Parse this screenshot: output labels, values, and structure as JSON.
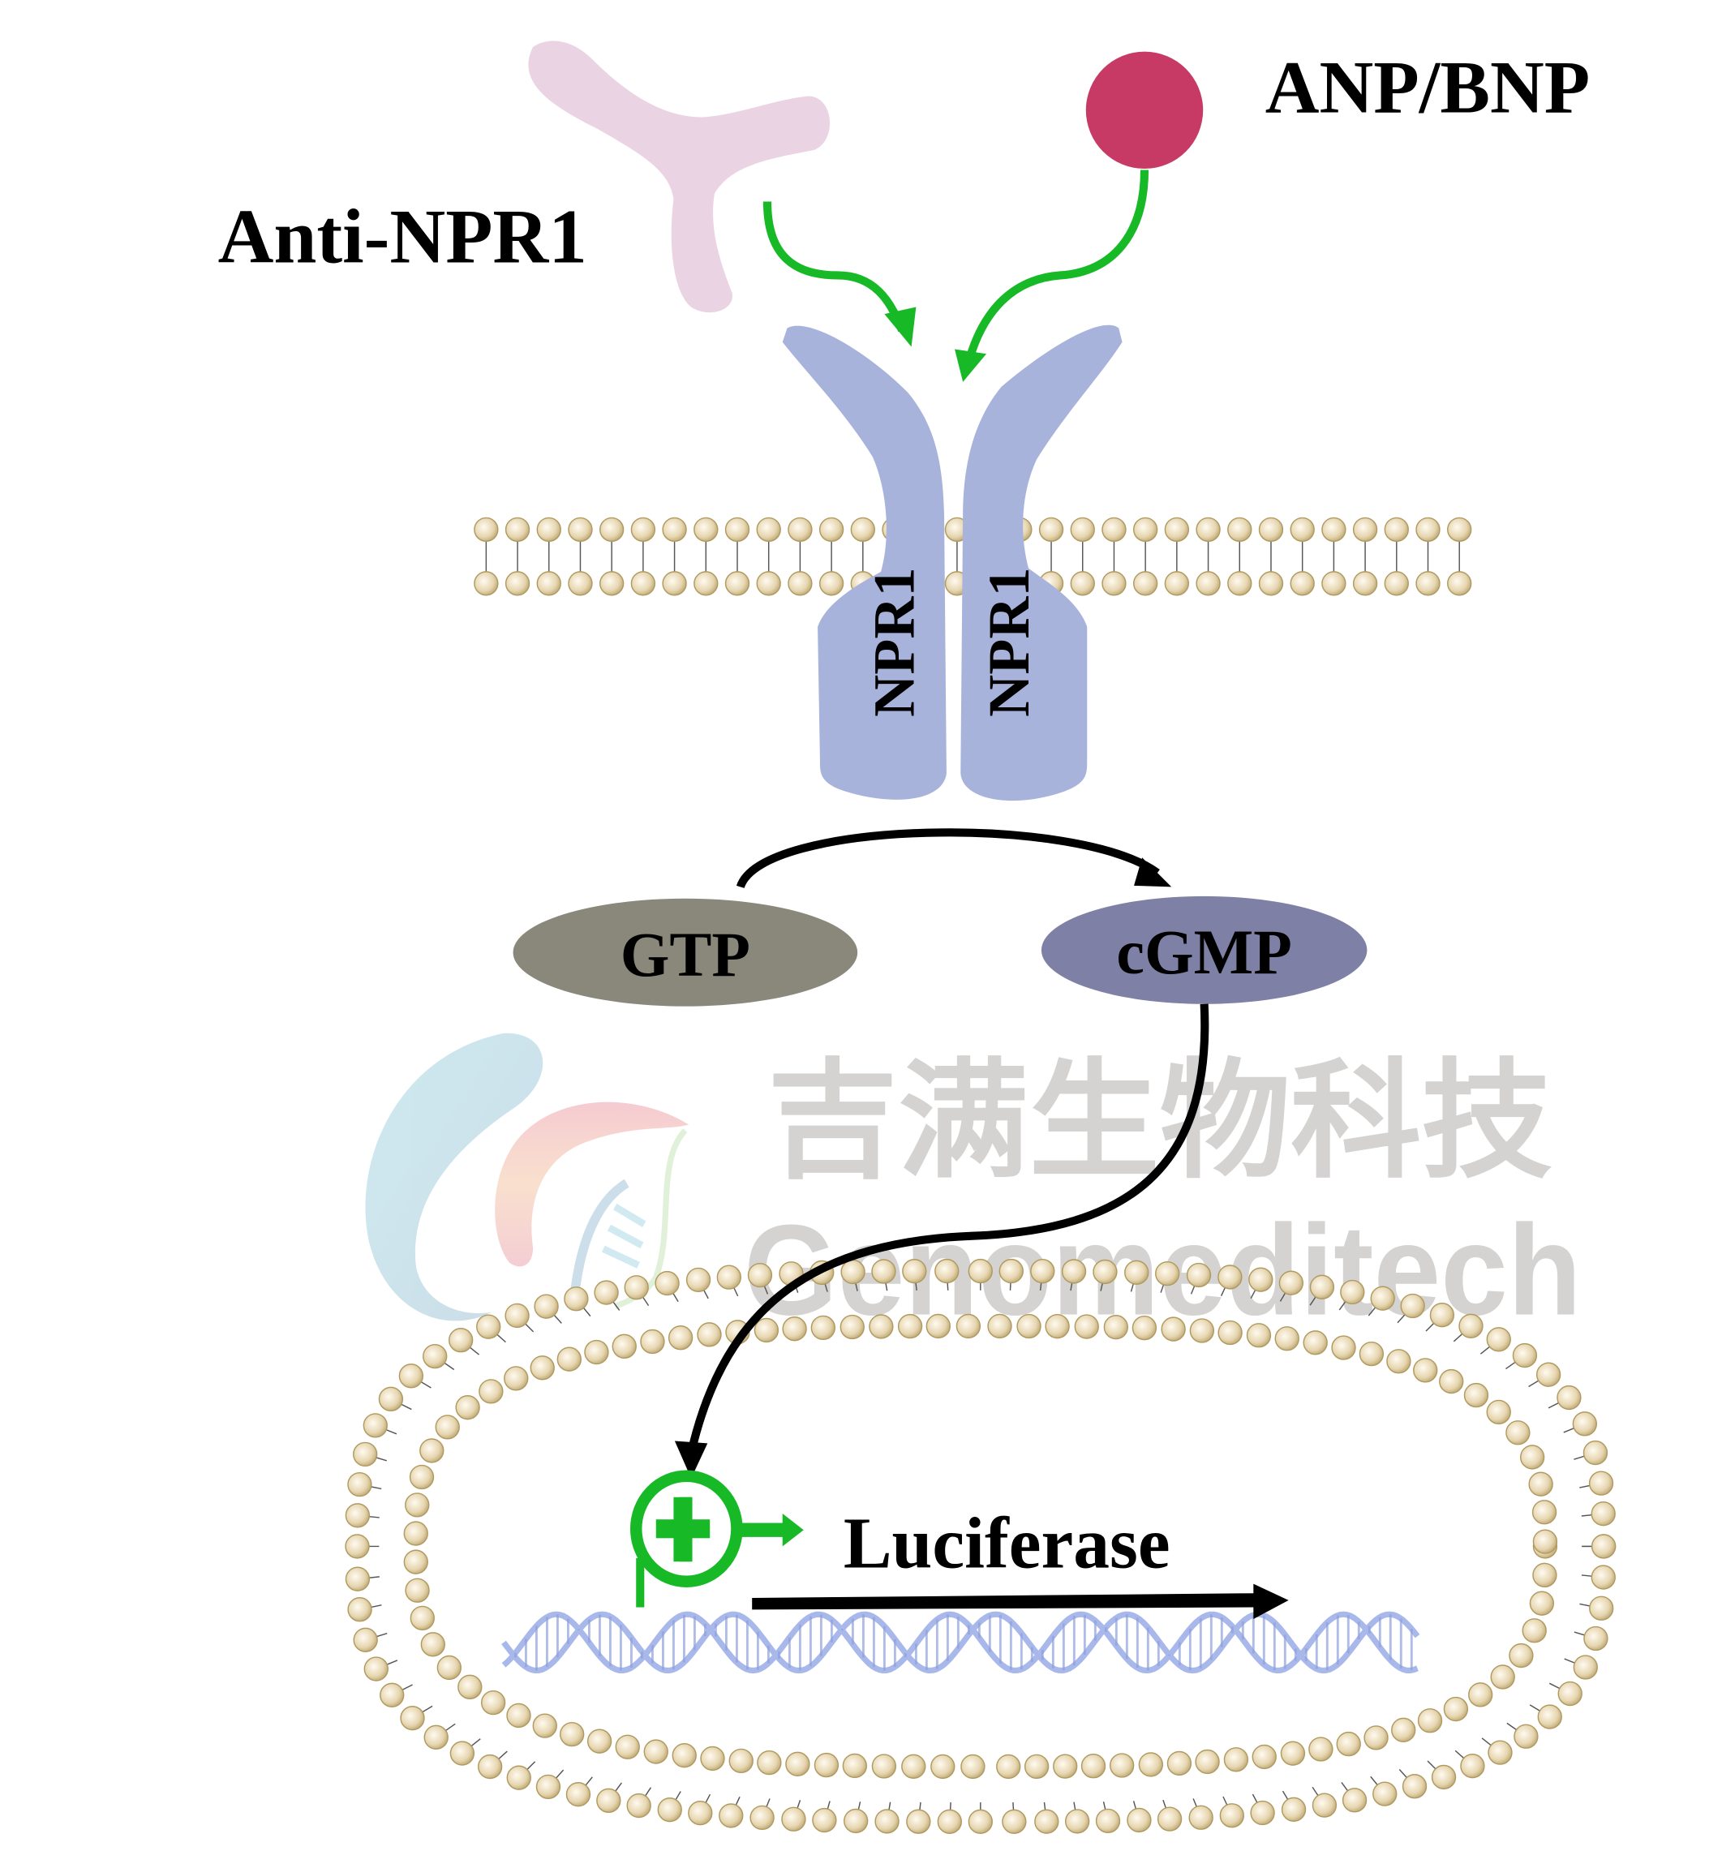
{
  "labels": {
    "antibody": "Anti-NPR1",
    "ligand": "ANP/BNP",
    "receptor_left": "NPR1",
    "receptor_right": "NPR1",
    "substrate": "GTP",
    "product": "cGMP",
    "reporter": "Luciferase"
  },
  "watermark": {
    "chinese": "吉满生物科技",
    "english": "Genomeditech"
  },
  "colors": {
    "antibody": "#ead4e4",
    "ligand": "#c73a65",
    "receptor": "#a8b3dc",
    "arrow_green": "#18b927",
    "gtp": "#8a887a",
    "cgmp": "#7e80a6",
    "lipid": "#c8b488",
    "dna": "#a9b8ea"
  }
}
